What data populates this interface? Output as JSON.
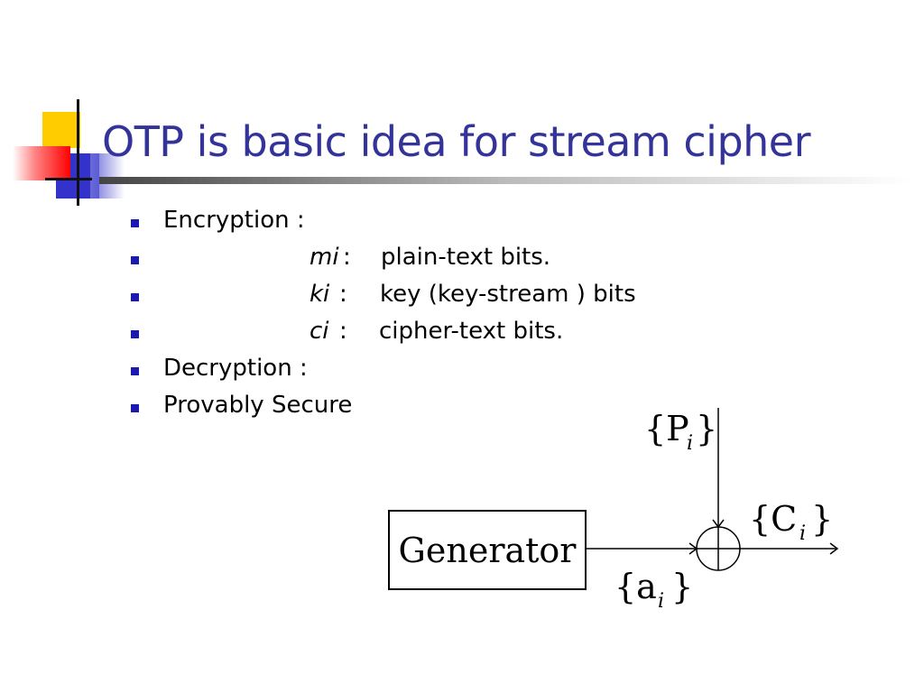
{
  "slide": {
    "title": "OTP is basic idea for stream cipher",
    "bullets": [
      {
        "text": "Encryption   :"
      },
      {
        "var": "mi",
        "sep": " :",
        "desc": "plain-text bits."
      },
      {
        "var": "ki",
        "sep": "  :",
        "desc": "key (key-stream ) bits"
      },
      {
        "var": "ci",
        "sep": "  :",
        "desc": "cipher-text bits."
      },
      {
        "text": "Decryption   :"
      },
      {
        "text": " Provably Secure"
      }
    ],
    "diagram": {
      "generator_label": "Generator",
      "plaintext_label": "{P",
      "ciphertext_label": "{C",
      "keystream_label": "{a",
      "subscript": "i",
      "close_brace": "}"
    }
  },
  "colors": {
    "title": "#333399",
    "bullet": "#1a1ab0",
    "logo_yellow": "#ffcc00",
    "logo_blue": "#3333cc",
    "logo_red": "#ff0000"
  }
}
